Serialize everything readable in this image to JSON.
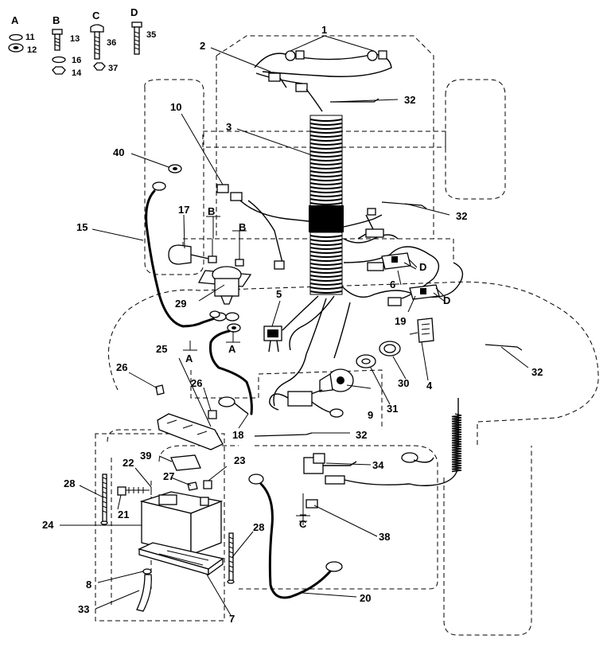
{
  "colors": {
    "ink": "#000000",
    "paper": "#ffffff"
  },
  "hardware_legend": [
    {
      "group": "A",
      "items": [
        "11",
        "12"
      ]
    },
    {
      "group": "B",
      "items": [
        "13",
        "16",
        "14"
      ]
    },
    {
      "group": "C",
      "items": [
        "36",
        "37"
      ]
    },
    {
      "group": "D",
      "items": [
        "35"
      ]
    }
  ],
  "callouts": [
    "1",
    "2",
    "3",
    "4",
    "5",
    "6",
    "7",
    "8",
    "9",
    "10",
    "15",
    "17",
    "18",
    "19",
    "20",
    "21",
    "22",
    "23",
    "24",
    "25",
    "26",
    "27",
    "28",
    "29",
    "30",
    "31",
    "32",
    "33",
    "34",
    "38",
    "39",
    "40"
  ],
  "hardware_refs": [
    "A",
    "B",
    "C",
    "D"
  ]
}
